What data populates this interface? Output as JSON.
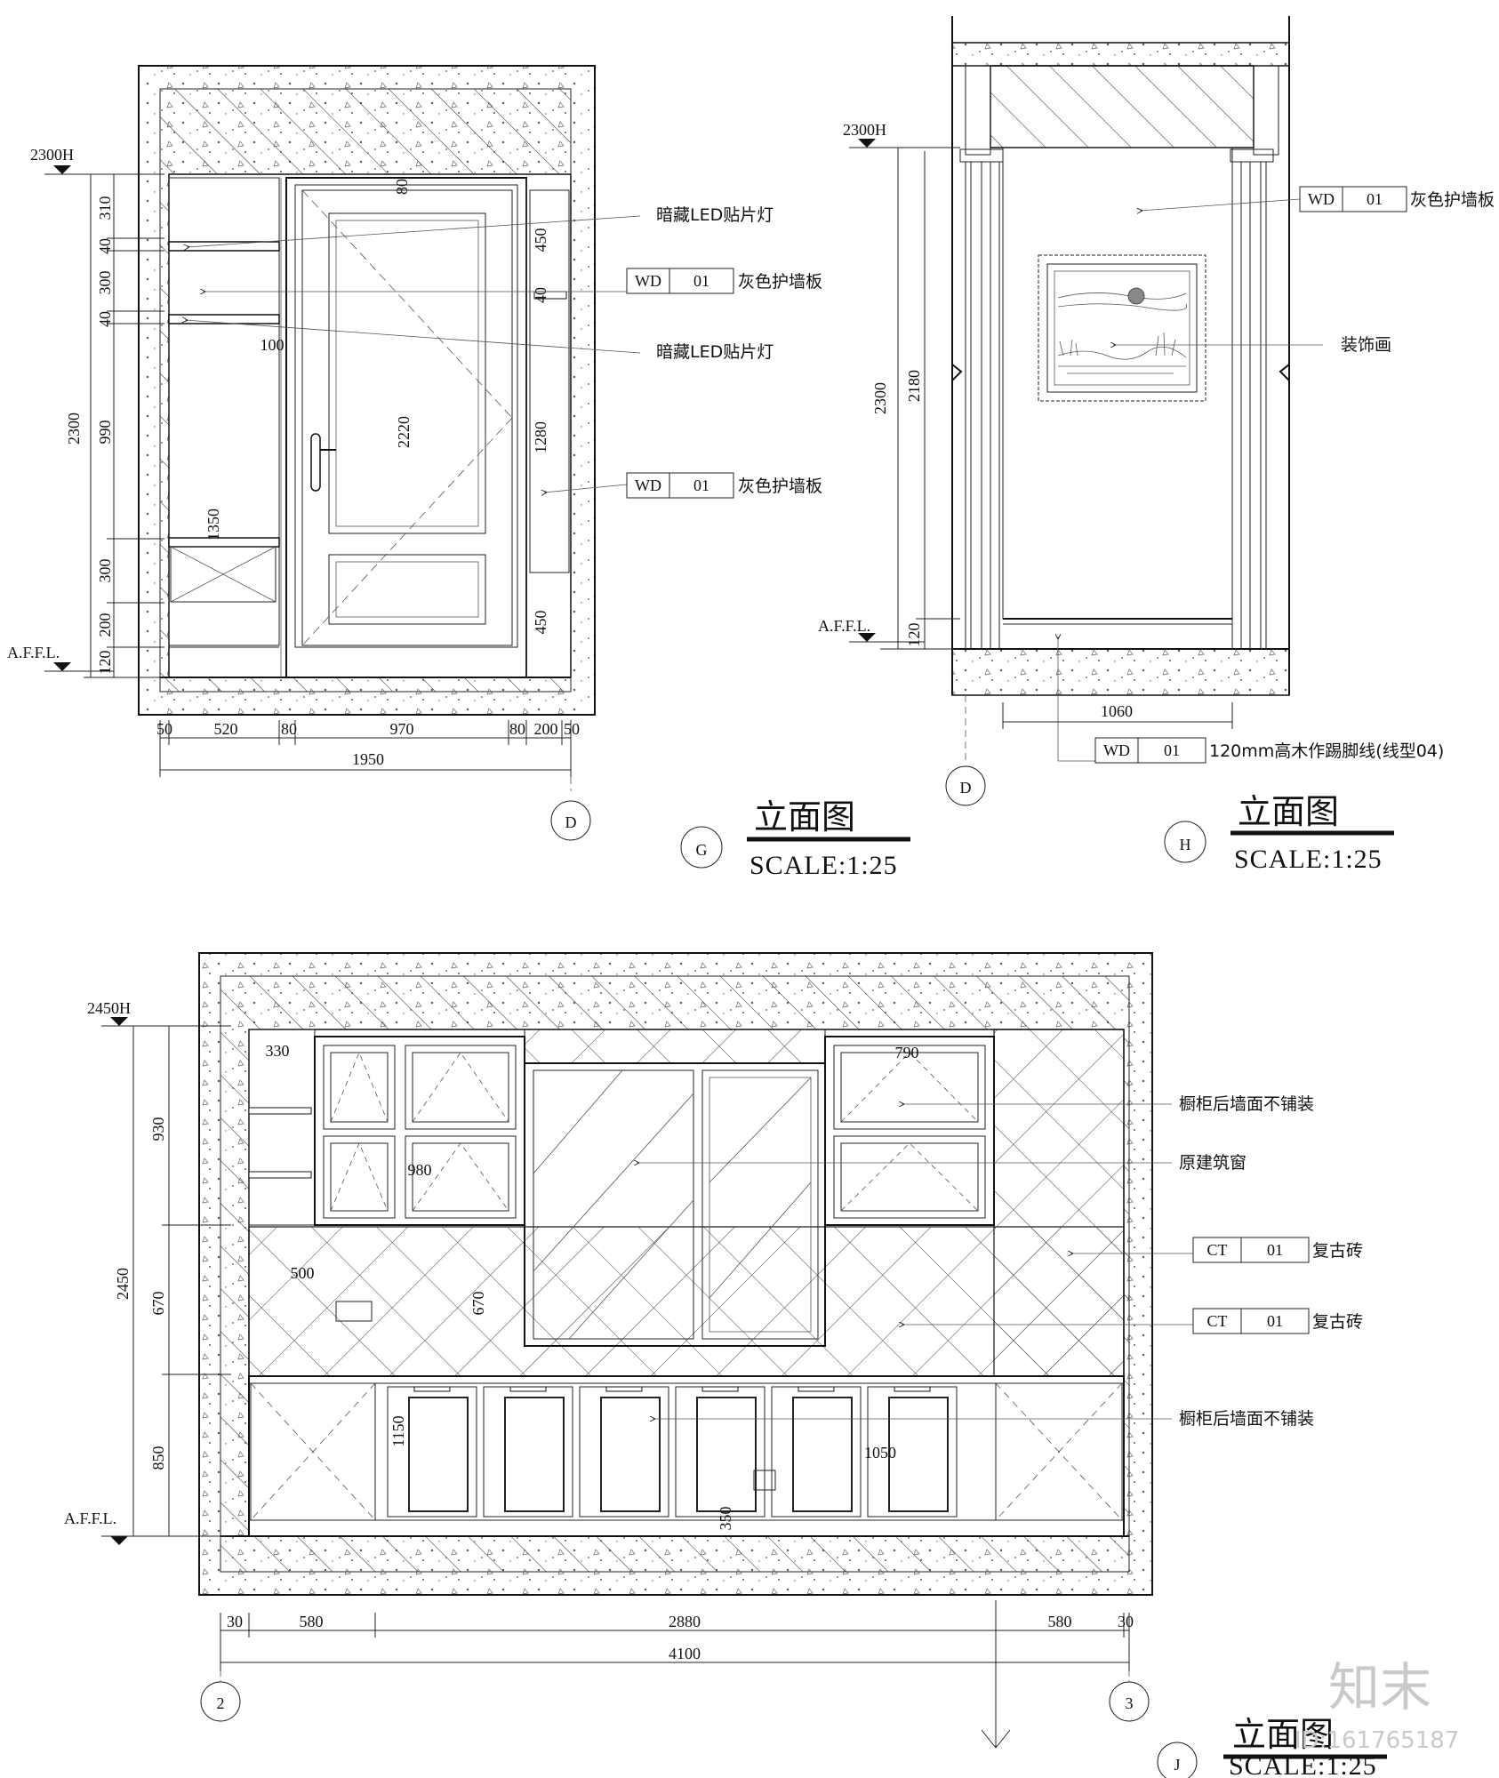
{
  "views": {
    "g": {
      "marker": "G",
      "title": "立面图",
      "scale": "SCALE:1:25",
      "grid": "D",
      "level_top": "2300H",
      "level_floor": "A.F.F.L.",
      "left_dims": [
        "310",
        "40",
        "300",
        "40",
        "990",
        "300",
        "200",
        "120"
      ],
      "total_height": "2300",
      "bottom_dims": [
        "50",
        "520",
        "80",
        "970",
        "80",
        "200",
        "50"
      ],
      "total_width": "1950",
      "inner_dims": {
        "door_top": "80",
        "door_h": "2220",
        "d100": "100",
        "d1350": "1350",
        "r450a": "450",
        "r40": "40",
        "r1280": "1280",
        "r450b": "450"
      },
      "notes": [
        {
          "text": "暗藏LED贴片灯"
        },
        {
          "code": "WD",
          "num": "01",
          "text": "灰色护墙板"
        },
        {
          "text": "暗藏LED贴片灯"
        },
        {
          "code": "WD",
          "num": "01",
          "text": "灰色护墙板"
        }
      ]
    },
    "h": {
      "marker": "H",
      "title": "立面图",
      "scale": "SCALE:1:25",
      "grid": "D",
      "level_top": "2300H",
      "level_floor": "A.F.F.L.",
      "dims": {
        "total": "2300",
        "h2180": "2180",
        "h120": "120",
        "w1060": "1060"
      },
      "notes": [
        {
          "code": "WD",
          "num": "01",
          "text": "灰色护墙板"
        },
        {
          "text": "装饰画"
        },
        {
          "code": "WD",
          "num": "01",
          "text": "120mm高木作踢脚线(线型04)"
        }
      ]
    },
    "j": {
      "marker": "J",
      "title": "立面图",
      "scale": "SCALE:1:25",
      "grid_left": "2",
      "grid_right": "3",
      "level_top": "2450H",
      "level_floor": "A.F.F.L.",
      "left_dims": [
        "930",
        "670",
        "850"
      ],
      "total_height": "2450",
      "bottom_dims": [
        "30",
        "580",
        "2880",
        "580",
        "30"
      ],
      "total_width": "4100",
      "inner_dims": {
        "d330": "330",
        "d980": "980",
        "d500": "500",
        "d670": "670",
        "d790": "790",
        "d1150": "1150",
        "d1050": "1050",
        "d350": "350"
      },
      "notes": [
        {
          "text": "橱柜后墙面不铺装"
        },
        {
          "text": "原建筑窗"
        },
        {
          "code": "CT",
          "num": "01",
          "text": "复古砖"
        },
        {
          "code": "CT",
          "num": "01",
          "text": "复古砖"
        },
        {
          "text": "橱柜后墙面不铺装"
        }
      ]
    }
  },
  "watermark": {
    "logo": "知末",
    "id": "ID:161765187"
  }
}
